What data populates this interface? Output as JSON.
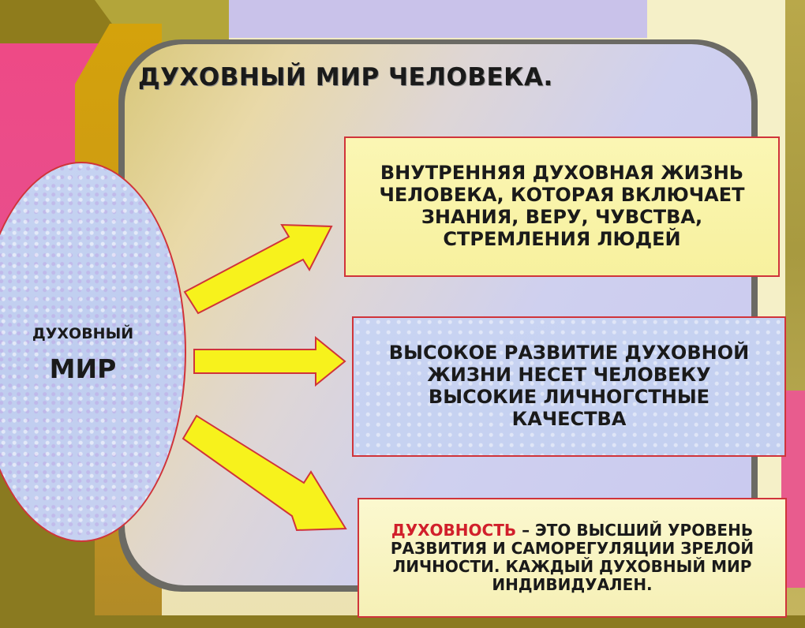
{
  "title": "ДУХОВНЫЙ МИР ЧЕЛОВЕКА.",
  "center": {
    "line1": "ДУХОВНЫЙ",
    "line2": "МИР"
  },
  "boxes": [
    {
      "text": "ВНУТРЕННЯЯ ДУХОВНАЯ ЖИЗНЬ\nЧЕЛОВЕКА, КОТОРАЯ  ВКЛЮЧАЕТ\nЗНАНИЯ, ВЕРУ, ЧУВСТВА,\nСТРЕМЛЕНИЯ ЛЮДЕЙ"
    },
    {
      "text": "ВЫСОКОЕ РАЗВИТИЕ ДУХОВНОЙ\nЖИЗНИ НЕСЕТ ЧЕЛОВЕКУ\nВЫСОКИЕ ЛИЧНОГСТНЫЕ\nКАЧЕСТВА"
    },
    {
      "highlight": "ДУХОВНОСТЬ",
      "text": " – ЭТО ВЫСШИЙ УРОВЕНЬ\nРАЗВИТИЯ И САМОРЕГУЛЯЦИИ  ЗРЕЛОЙ\nЛИЧНОСТИ. КАЖДЫЙ ДУХОВНЫЙ МИР\nИНДИВИДУАЛЕН."
    }
  ],
  "colors": {
    "arrow_fill": "#f7f21c",
    "outline": "#d0343a",
    "highlight": "#d11f2b"
  }
}
